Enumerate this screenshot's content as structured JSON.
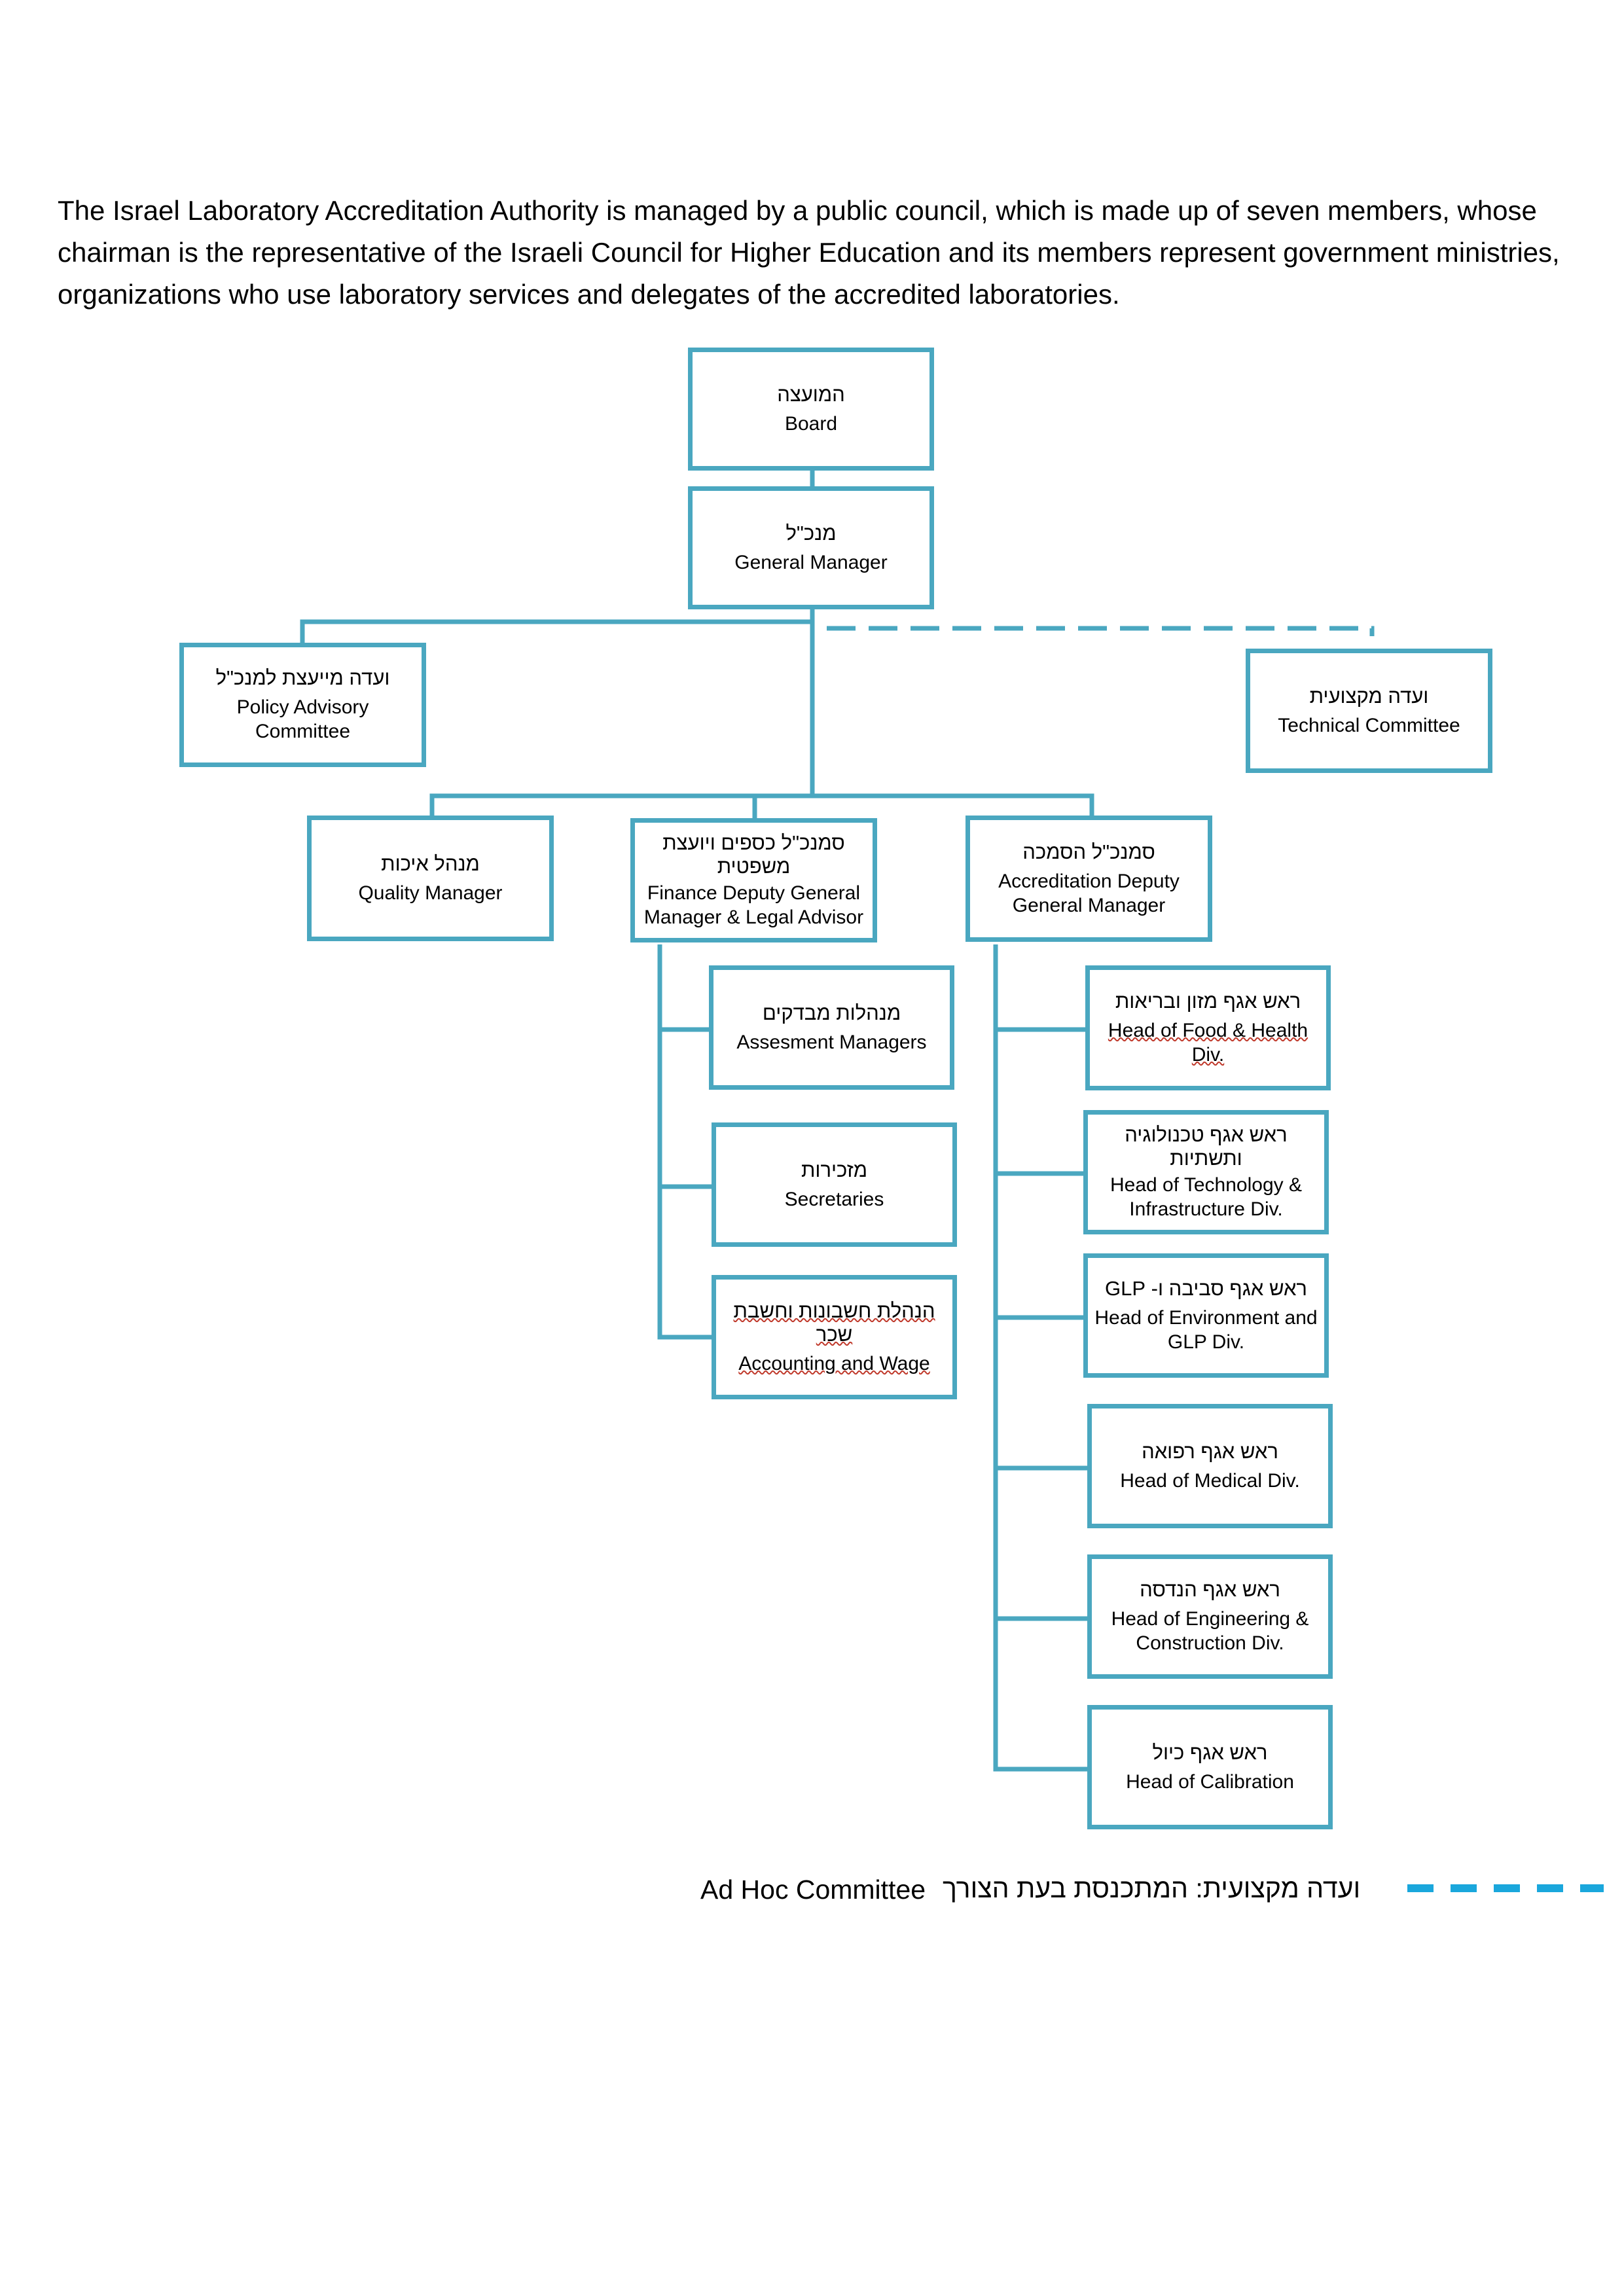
{
  "intro_text": "The Israel Laboratory Accreditation Authority is managed by a public council, which is made up of seven members, whose chairman is the representative of the Israeli Council for Higher Education and its members represent government ministries, organizations who use laboratory services and delegates of the accredited laboratories.",
  "colors": {
    "box_border": "#4aa7c0",
    "connector": "#4aa7c0",
    "legend_dash": "#1aa7dc",
    "spell_underline": "#c0392b"
  },
  "nodes": {
    "board": {
      "he": "המועצה",
      "en": "Board"
    },
    "gm": {
      "he": "מנכ\"ל",
      "en": "General Manager"
    },
    "policy": {
      "he": "ועדה מייעצת למנכ\"ל",
      "en": "Policy Advisory Committee"
    },
    "technical": {
      "he": "ועדה מקצועית",
      "en": "Technical Committee"
    },
    "quality": {
      "he": "מנהל איכות",
      "en": "Quality Manager"
    },
    "finance": {
      "he": "סמנכ\"ל כספים ויועצת משפטית",
      "en": "Finance Deputy General Manager & Legal Advisor"
    },
    "accreditation": {
      "he": "סמנכ\"ל הסמכה",
      "en": "Accreditation Deputy General Manager"
    },
    "assessment": {
      "he": "מנהלות מבדקים",
      "en": "Assesment Managers"
    },
    "secretaries": {
      "he": "מזכירות",
      "en": "Secretaries"
    },
    "accounting": {
      "he": "הנהלת חשבונות וחשבת שכר",
      "en": "Accounting and Wage"
    },
    "food": {
      "he": "ראש אגף מזון ובריאות",
      "en": "Head of Food & Health Div."
    },
    "technology": {
      "he": "ראש אגף טכנולוגיה ותשתיות",
      "en": "Head of Technology & Infrastructure Div."
    },
    "environment": {
      "he": "ראש אגף סביבה ו- GLP",
      "en": "Head of Environment and GLP Div."
    },
    "medical": {
      "he": "ראש אגף רפואה",
      "en": "Head of Medical Div."
    },
    "engineering": {
      "he": "ראש אגף הנדסה",
      "en": "Head of Engineering & Construction Div."
    },
    "calibration": {
      "he": "ראש אגף כיול",
      "en": "Head of Calibration"
    }
  },
  "legend": {
    "en": "Ad Hoc Committee",
    "he": "ועדה מקצועית: המתכנסת בעת הצורך"
  }
}
